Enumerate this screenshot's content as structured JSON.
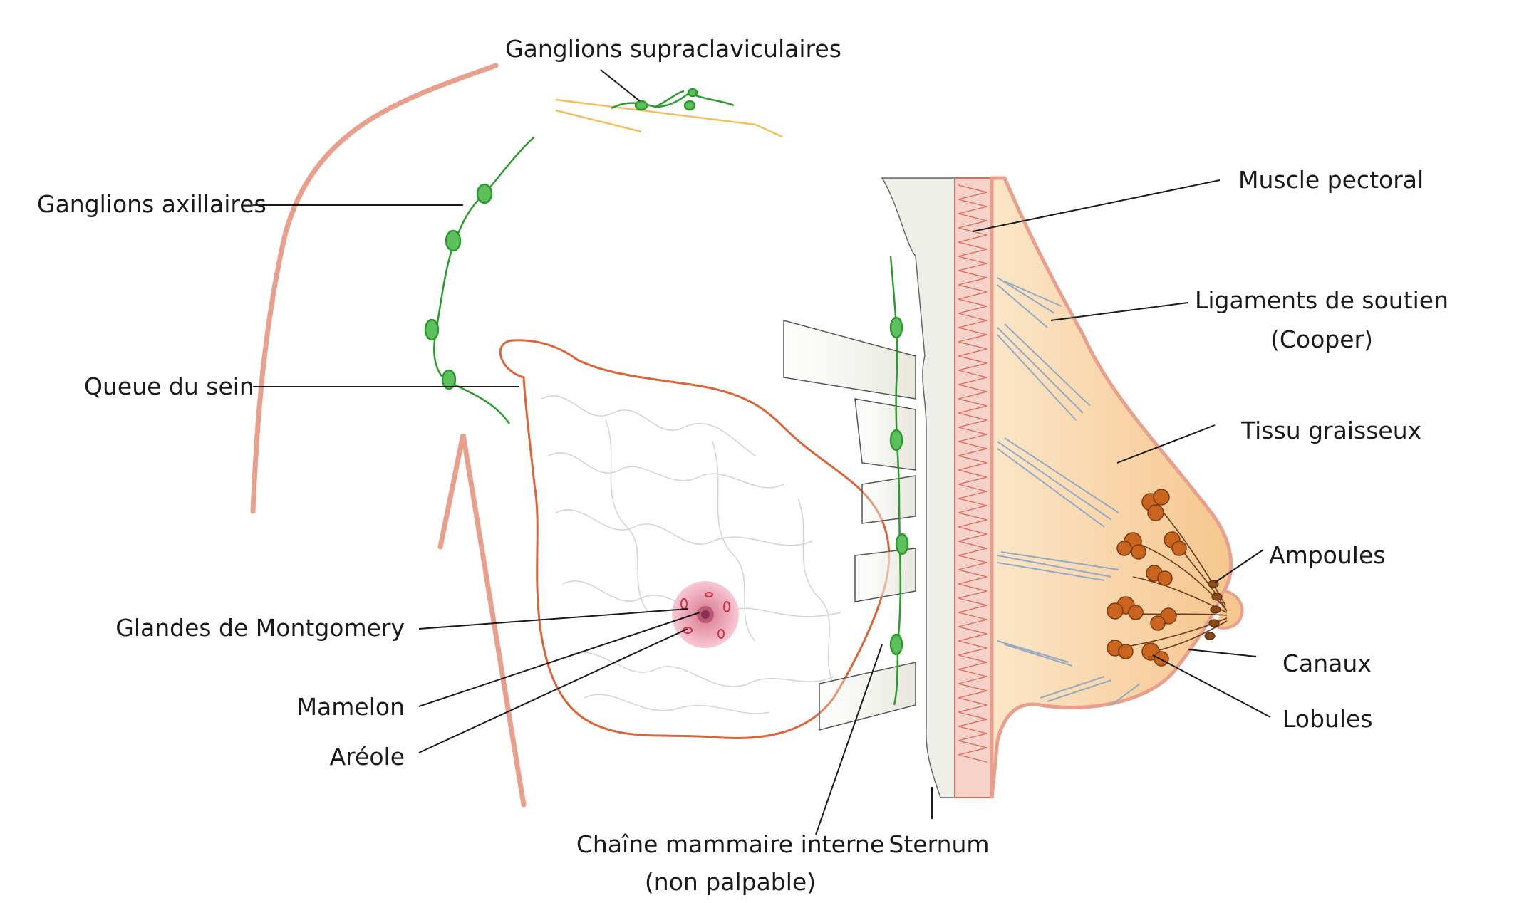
{
  "labels": {
    "supraclavicular": "Ganglions supraclaviculaires",
    "axillary": "Ganglions axillaires",
    "tail": "Queue du sein",
    "montgomery": "Glandes de Montgomery",
    "nipple": "Mamelon",
    "areola": "Aréole",
    "internal_chain_line1": "Chaîne mammaire interne",
    "internal_chain_line2": "(non palpable)",
    "sternum": "Sternum",
    "pectoral": "Muscle pectoral",
    "cooper_line1": "Ligaments de soutien",
    "cooper_line2": "(Cooper)",
    "fat": "Tissu graisseux",
    "ampullae": "Ampoules",
    "ducts": "Canaux",
    "lobules": "Lobules"
  },
  "colors": {
    "skin_outline": "#e8a08c",
    "lymph_green": "#2e9a2e",
    "clavicle": "#f0c060",
    "breast_outline": "#d9663a",
    "areola": "#e8869c",
    "fat_fill": "#f9d7a8",
    "lobule_fill": "#c9641e",
    "ligament_blue": "#8aa4c4",
    "sternum_fill": "#efefe9",
    "muscle_red": "#d96a5a"
  }
}
